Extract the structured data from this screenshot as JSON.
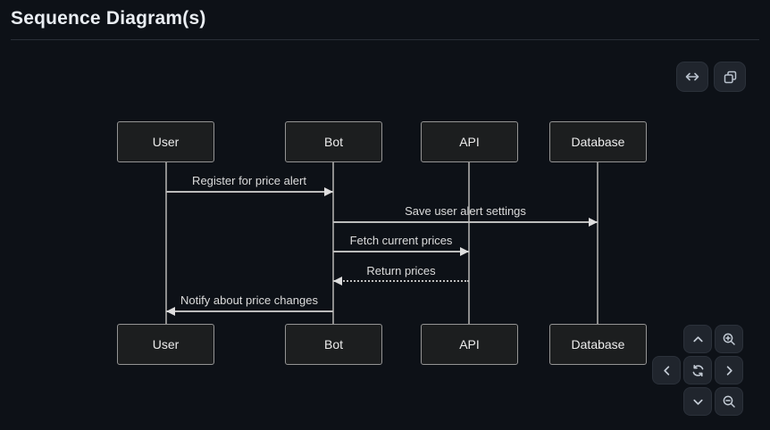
{
  "header": {
    "title": "Sequence Diagram(s)"
  },
  "toolbar": {
    "fit_width_button": {
      "icon": "arrows-horizontal-icon"
    },
    "copy_button": {
      "icon": "copy-icon"
    }
  },
  "diagram": {
    "type": "sequence",
    "actors": [
      {
        "label": "User"
      },
      {
        "label": "Bot"
      },
      {
        "label": "API"
      },
      {
        "label": "Database"
      }
    ],
    "messages": [
      {
        "from": "User",
        "to": "Bot",
        "text": "Register for price alert",
        "line": "solid",
        "direction": "right"
      },
      {
        "from": "Bot",
        "to": "Database",
        "text": "Save user alert settings",
        "line": "solid",
        "direction": "right"
      },
      {
        "from": "Bot",
        "to": "API",
        "text": "Fetch current prices",
        "line": "solid",
        "direction": "right"
      },
      {
        "from": "API",
        "to": "Bot",
        "text": "Return prices",
        "line": "dotted",
        "direction": "left"
      },
      {
        "from": "Bot",
        "to": "User",
        "text": "Notify about price changes",
        "line": "solid",
        "direction": "left"
      }
    ]
  },
  "nav_controls": {
    "pan_up": {
      "icon": "chevron-up-icon"
    },
    "zoom_in": {
      "icon": "magnifier-plus-icon"
    },
    "pan_left": {
      "icon": "chevron-left-icon"
    },
    "reset_view": {
      "icon": "refresh-icon"
    },
    "pan_right": {
      "icon": "chevron-right-icon"
    },
    "pan_down": {
      "icon": "chevron-down-icon"
    },
    "zoom_out": {
      "icon": "magnifier-minus-icon"
    }
  },
  "colors": {
    "background": "#0d1117",
    "divider": "#2a2f37",
    "actor_fill": "#1c1e1f",
    "actor_border": "#949494",
    "lifeline": "#8d8d8d",
    "message_line": "#bcbcbc",
    "text": "#e9edf2",
    "button_bg": "#20252d",
    "button_icon": "#c3cbd5"
  }
}
